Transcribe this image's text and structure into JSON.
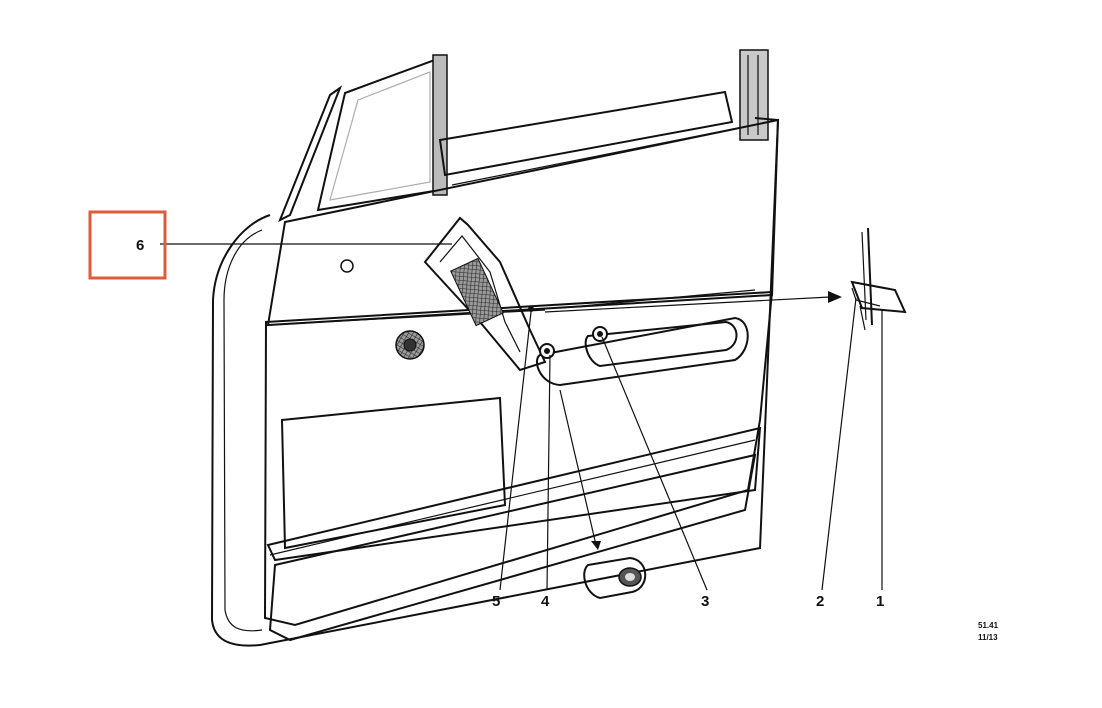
{
  "callouts": {
    "c1": "1",
    "c2": "2",
    "c3": "3",
    "c4": "4",
    "c5": "5",
    "c6": "6"
  },
  "highlight": {
    "color": "#e05a3a"
  },
  "diagram_code": {
    "line1": "51.41",
    "line2": "11/13"
  },
  "colors": {
    "ink": "#111111",
    "paper": "#ffffff",
    "trim_dark": "#5a5a5a",
    "trim_mid": "#8a8a8a"
  }
}
